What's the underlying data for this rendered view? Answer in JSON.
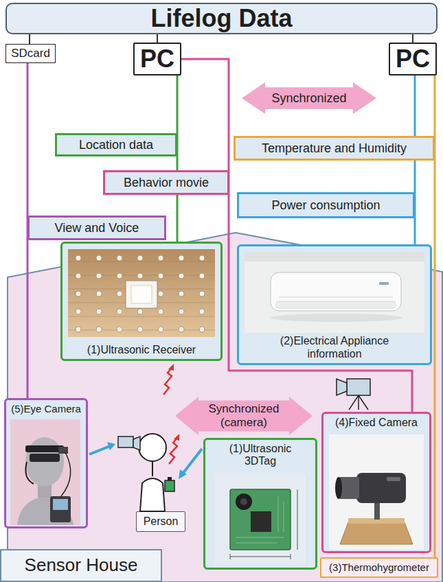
{
  "diagram": {
    "nodes": [
      {
        "text": [
          "Lifelog Data"
        ]
      },
      {
        "text": [
          "SDcard"
        ]
      },
      {
        "text": [
          "PC"
        ]
      },
      {
        "text": [
          "Synchronized"
        ]
      },
      {
        "text": [
          "PC"
        ]
      },
      {
        "text": [
          "Sensor House"
        ]
      },
      {
        "text": [
          "(1)Ultrasonic Receiver"
        ],
        "in": 5
      },
      {
        "text": [
          "(2)Electrical Appliance information"
        ],
        "in": 5
      },
      {
        "text": [
          "(5)Eye Camera"
        ],
        "in": 5
      },
      {
        "text": [
          "Synchronized (camera)"
        ],
        "in": 5
      },
      {
        "text": [
          "(1)Ultrasonic 3DTag"
        ],
        "in": 5
      },
      {
        "text": [
          "(4)Fixed Camera"
        ],
        "in": 5
      },
      {
        "text": [
          "Person"
        ],
        "in": 5
      },
      {
        "text": [
          "(3)Thermohygrometer"
        ],
        "in": 5
      }
    ],
    "edges": [
      {
        "from": 0,
        "to": 1,
        "arrow": "none"
      },
      {
        "from": 0,
        "to": 2,
        "arrow": "none"
      },
      {
        "from": 0,
        "to": 4,
        "arrow": "none"
      },
      {
        "from": 1,
        "to": 8,
        "label": "View and Voice",
        "arrow": "none"
      },
      {
        "from": 2,
        "to": 6,
        "label": "Location data",
        "arrow": "none"
      },
      {
        "from": 2,
        "to": 11,
        "label": "Behavior movie",
        "arrow": "none"
      },
      {
        "from": 4,
        "to": 7,
        "label": "Power consumption",
        "arrow": "none"
      },
      {
        "from": 4,
        "to": 13,
        "label": "Temperature and Humidity",
        "arrow": "none"
      }
    ]
  }
}
